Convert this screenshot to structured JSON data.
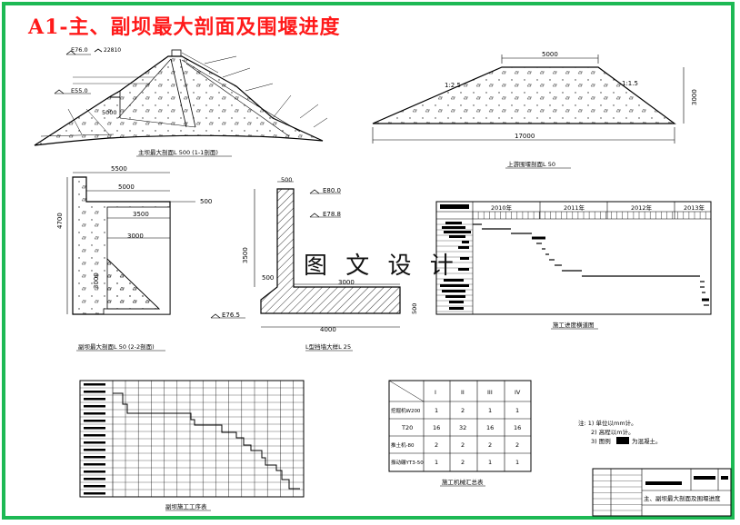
{
  "title": "A1-主、副坝最大剖面及围堰进度",
  "watermark": "图 文 设 计",
  "main_dam": {
    "el_top": "E76.0",
    "top_label": "22810",
    "el_mid": "E55.0",
    "bench": "5000",
    "caption": "主坝最大剖面L 500 (1-1剖面)"
  },
  "cofferdam": {
    "top_width": "5000",
    "slope_left": "1:2.5",
    "slope_right": "1:1.5",
    "height": "3000",
    "base_width": "17000",
    "caption": "上游围堰剖面L 50"
  },
  "aux_dam": {
    "width_outer": "5500",
    "width_inner": "5000",
    "height": "4700",
    "step": "500",
    "width_3500": "3500",
    "width_3000": "3000",
    "depth_3000": "3000",
    "caption": "副坝最大剖面L 50 (2-2剖面)"
  },
  "l_wall": {
    "top": "500",
    "el_top": "E80.0",
    "el_mid": "E78.8",
    "height": "3500",
    "bottom_step": "500",
    "foot_length": "3000",
    "base_width": "4000",
    "thickness": "500",
    "el_bottom": "E76.5",
    "caption": "L型挡墙大样L 25"
  },
  "progress_chart": {
    "years": [
      "2010年",
      "2011年",
      "2012年",
      "2013年"
    ],
    "caption": "施工进度横道图"
  },
  "subdam_schedule": {
    "caption": "副坝施工工序表"
  },
  "machinery_table": {
    "headers": [
      "I",
      "II",
      "III",
      "IV"
    ],
    "rows": [
      {
        "name": "挖掘机W200",
        "values": [
          "1",
          "2",
          "1",
          "1"
        ]
      },
      {
        "name": "T20",
        "values": [
          "16",
          "32",
          "16",
          "16"
        ]
      },
      {
        "name": "推土机-80",
        "values": [
          "2",
          "2",
          "2",
          "2"
        ]
      },
      {
        "name": "振动碾YT3-50",
        "values": [
          "1",
          "2",
          "1",
          "1"
        ]
      }
    ],
    "caption": "施工机械汇总表"
  },
  "notes": {
    "n1": "注: 1) 单位以mm计。",
    "n2": "2) 高程以m计。",
    "n3": "3) 图例",
    "n3b": "为混凝土。"
  },
  "title_block": {
    "drawing_name": "主、副坝最大剖面及围堰进度"
  }
}
